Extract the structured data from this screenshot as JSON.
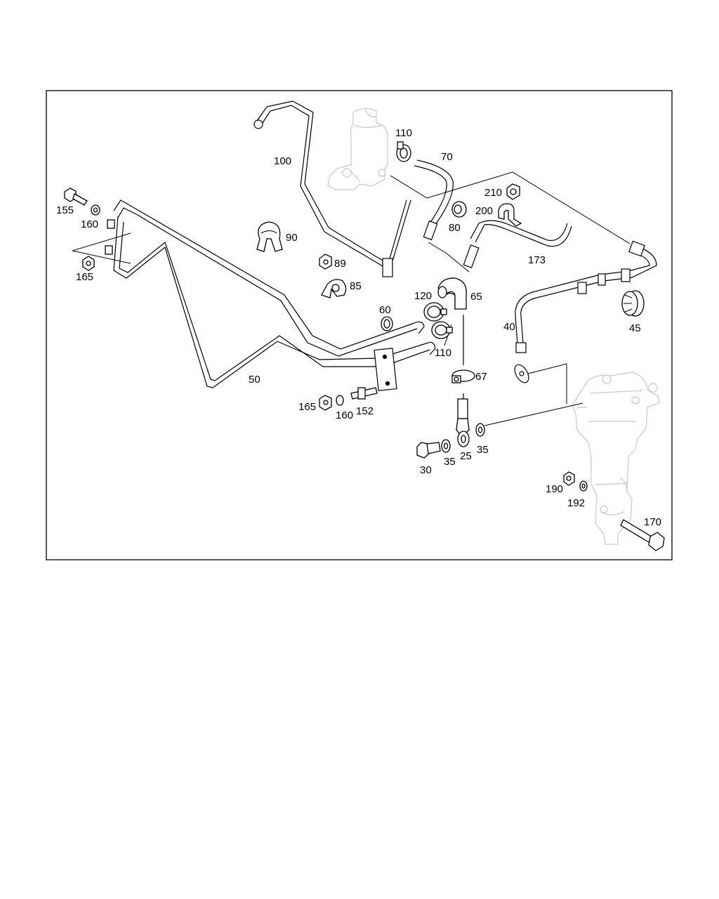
{
  "diagram": {
    "part_labels": [
      {
        "id": "p155",
        "text": "155"
      },
      {
        "id": "p160a",
        "text": "160"
      },
      {
        "id": "p165a",
        "text": "165"
      },
      {
        "id": "p100",
        "text": "100"
      },
      {
        "id": "p110a",
        "text": "110"
      },
      {
        "id": "p70",
        "text": "70"
      },
      {
        "id": "p210",
        "text": "210"
      },
      {
        "id": "p200",
        "text": "200"
      },
      {
        "id": "p80",
        "text": "80"
      },
      {
        "id": "p90",
        "text": "90"
      },
      {
        "id": "p89",
        "text": "89"
      },
      {
        "id": "p85",
        "text": "85"
      },
      {
        "id": "p173",
        "text": "173"
      },
      {
        "id": "p120",
        "text": "120"
      },
      {
        "id": "p65",
        "text": "65"
      },
      {
        "id": "p60",
        "text": "60"
      },
      {
        "id": "p110b",
        "text": "110"
      },
      {
        "id": "p40",
        "text": "40"
      },
      {
        "id": "p45",
        "text": "45"
      },
      {
        "id": "p50",
        "text": "50"
      },
      {
        "id": "p67",
        "text": "67"
      },
      {
        "id": "p165b",
        "text": "165"
      },
      {
        "id": "p160b",
        "text": "160"
      },
      {
        "id": "p152",
        "text": "152"
      },
      {
        "id": "p30",
        "text": "30"
      },
      {
        "id": "p35a",
        "text": "35"
      },
      {
        "id": "p25",
        "text": "25"
      },
      {
        "id": "p35b",
        "text": "35"
      },
      {
        "id": "p190",
        "text": "190"
      },
      {
        "id": "p192",
        "text": "192"
      },
      {
        "id": "p170",
        "text": "170"
      }
    ]
  }
}
